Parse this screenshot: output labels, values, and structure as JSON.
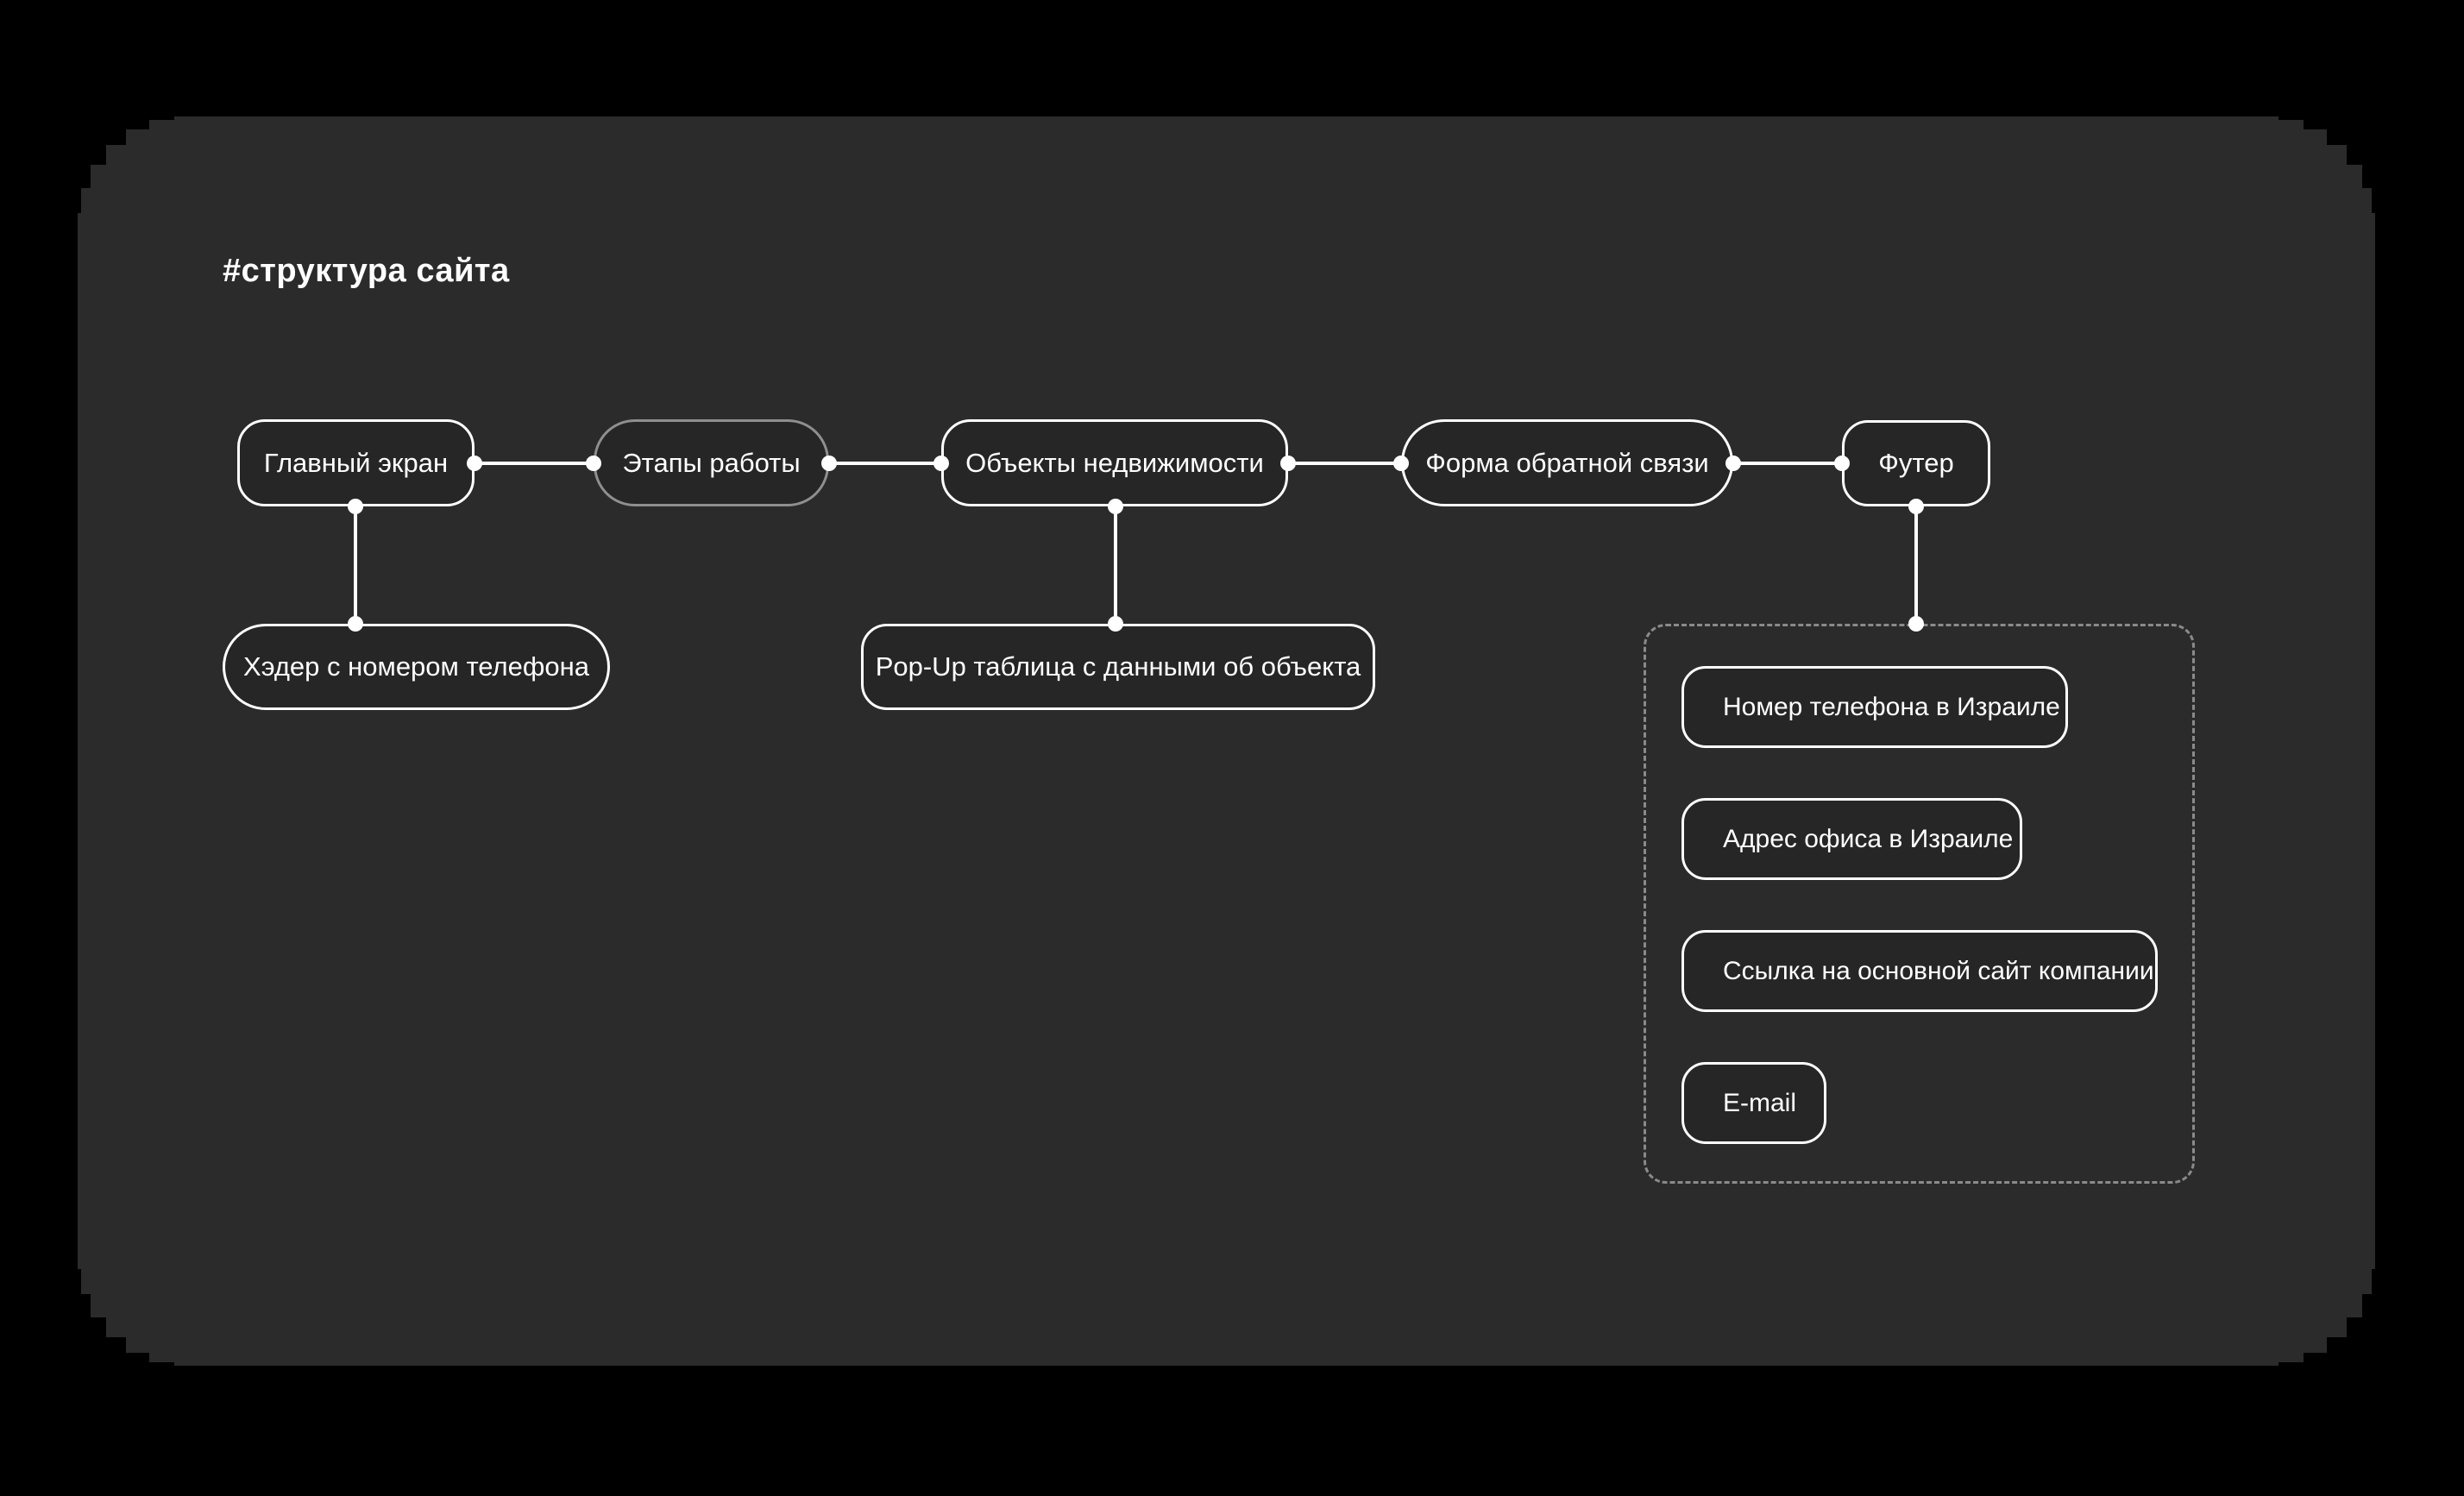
{
  "title": "#структура сайта",
  "palette": {
    "canvas_background": "#000000",
    "board_background": "#2b2b2b",
    "node_fill": "#262626",
    "node_stroke": "#ffffff",
    "muted_node_stroke": "#8f8f8f",
    "group_dashed_border": "#8a8a8a",
    "connector": "#ffffff",
    "text": "#ffffff"
  },
  "nodes": {
    "main_screen": {
      "label": "Главный экран"
    },
    "work_stages": {
      "label": "Этапы работы"
    },
    "real_estate_objects": {
      "label": "Объекты недвижимости"
    },
    "feedback_form": {
      "label": "Форма обратной связи"
    },
    "footer": {
      "label": "Футер"
    },
    "header_with_phone": {
      "label": "Хэдер с номером телефона"
    },
    "popup_table": {
      "label": "Pop-Up таблица с данными об объекта"
    },
    "footer_group": {
      "phone_israel": {
        "label": "Номер телефона в Израиле"
      },
      "office_address_israel": {
        "label": "Адрес офиса в Израиле"
      },
      "main_site_link": {
        "label": "Ссылка на основной сайт компании"
      },
      "email": {
        "label": "E-mail"
      }
    }
  }
}
